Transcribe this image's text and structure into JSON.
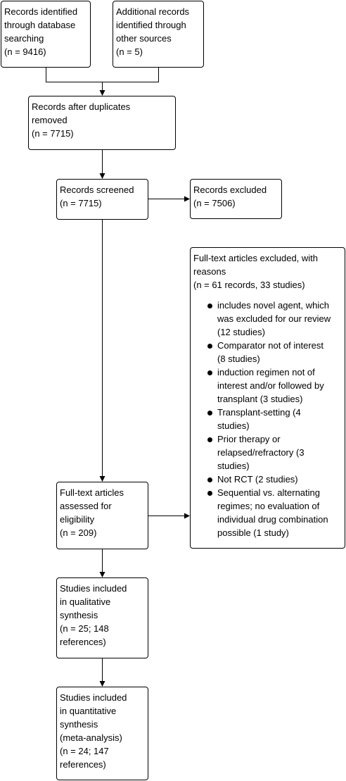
{
  "identified_db": [
    "Records identified",
    "through database",
    "searching",
    "(n = 9416)"
  ],
  "identified_other": [
    "Additional records",
    "identified through",
    "other sources",
    "(n = 5)"
  ],
  "after_duplicates": [
    "Records after duplicates",
    "removed",
    "(n = 7715)"
  ],
  "screened": [
    "Records screened",
    "(n = 7715)"
  ],
  "excluded": [
    "Records excluded",
    "(n = 7506)"
  ],
  "fulltext_excluded": {
    "header": [
      "Full-text articles excluded, with",
      "reasons",
      "(n = 61 records, 33 studies)"
    ],
    "reasons": [
      [
        "includes novel agent, which",
        "was excluded for our review",
        "(12 studies)"
      ],
      [
        "Comparator not of interest",
        "(8 studies)"
      ],
      [
        "induction regimen not of",
        "interest and/or followed by",
        "transplant (3 studies)"
      ],
      [
        "Transplant-setting (4",
        "studies)"
      ],
      [
        "Prior therapy or",
        "relapsed/refractory (3",
        "studies)"
      ],
      [
        "Not RCT (2 studies)"
      ],
      [
        "Sequential vs. alternating",
        "regimes; no evaluation of",
        "individual drug combination",
        "possible (1 study)"
      ]
    ]
  },
  "fulltext_assessed": [
    "Full-text articles",
    "assessed for",
    "eligibility",
    "(n = 209)"
  ],
  "qualitative": [
    "Studies included",
    "in qualitative",
    "synthesis",
    "(n = 25; 148",
    "references)"
  ],
  "quantitative": [
    "Studies included",
    "in quantitative",
    "synthesis",
    "(meta-analysis)",
    "(n = 24; 147",
    "references)"
  ]
}
